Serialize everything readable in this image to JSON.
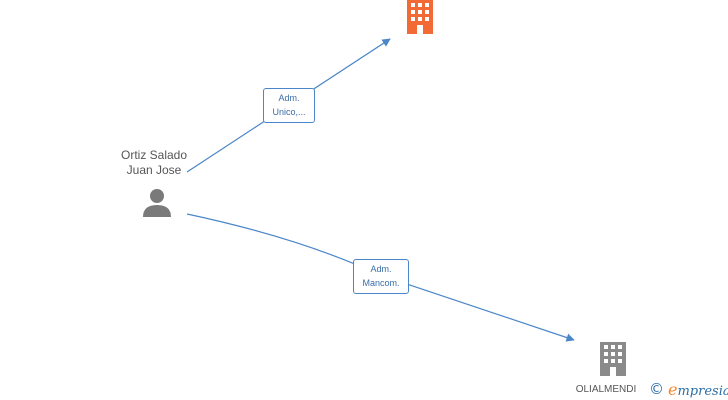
{
  "person": {
    "name_line1": "Ortiz Salado",
    "name_line2": "Juan Jose",
    "icon": "person-icon"
  },
  "companies": [
    {
      "name": "",
      "icon": "building-icon",
      "color": "#f26a36"
    },
    {
      "name": "OLIALMENDI",
      "icon": "building-icon",
      "color": "#8a8a8a"
    }
  ],
  "relations": [
    {
      "line1": "Adm.",
      "line2": "Unico,..."
    },
    {
      "line1": "Adm.",
      "line2": "Mancom."
    }
  ],
  "watermark": {
    "symbol": "©",
    "brand_initial": "e",
    "brand_rest": "mpresia"
  },
  "colors": {
    "edge": "#4a86c8",
    "highlight_company": "#f26a36",
    "company": "#8a8a8a",
    "person": "#7a7a7a"
  }
}
